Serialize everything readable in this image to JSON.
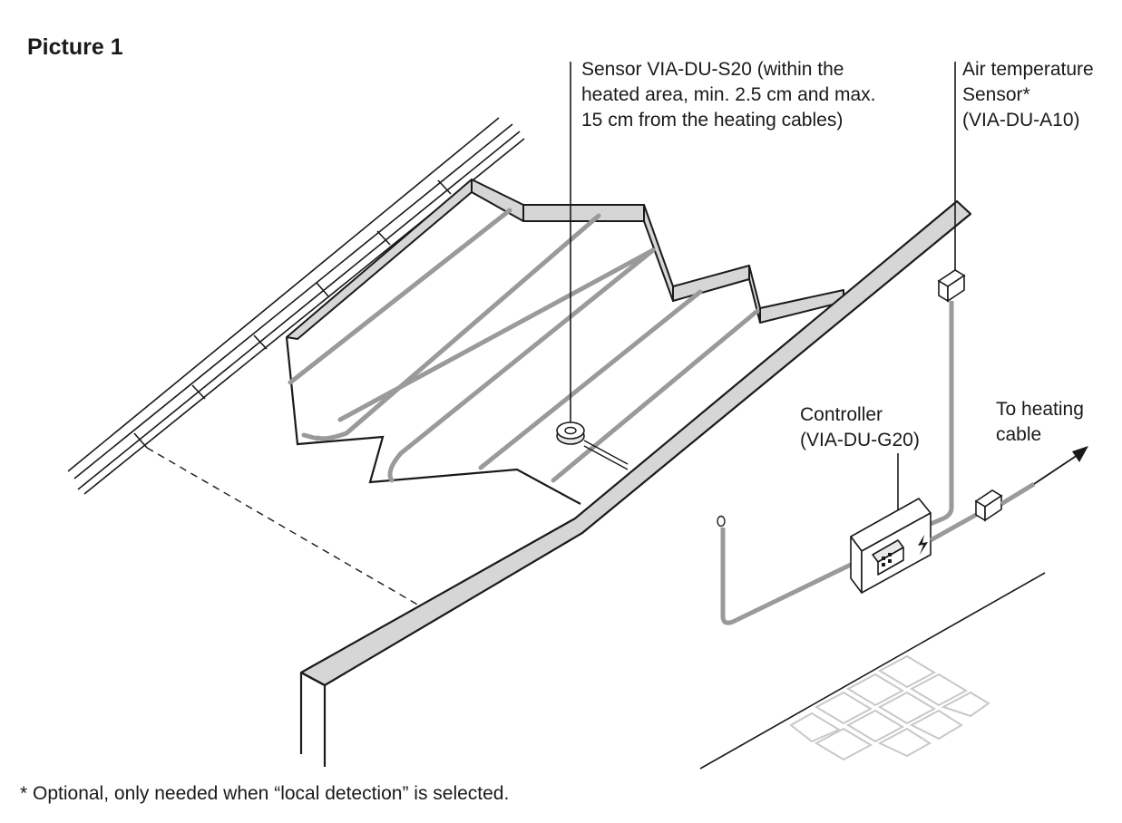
{
  "title": "Picture 1",
  "labels": {
    "sensor": [
      "Sensor VIA-DU-S20 (within the",
      "heated area, min. 2.5 cm and max.",
      "15 cm from the heating cables)"
    ],
    "air_sensor": [
      "Air temperature",
      "Sensor*",
      "(VIA-DU-A10)"
    ],
    "controller": [
      "Controller",
      "(VIA-DU-G20)"
    ],
    "to_heating_cable": [
      "To heating",
      "cable"
    ]
  },
  "footnote": "* Optional, only needed when “local detection” is selected.",
  "colors": {
    "line": "#1a1a1a",
    "cable": "#9a9a9a",
    "fill": "#d6d6d6",
    "tile": "#c8c8c8"
  },
  "icons": {
    "controller_symbol": "lightning-bolt"
  }
}
